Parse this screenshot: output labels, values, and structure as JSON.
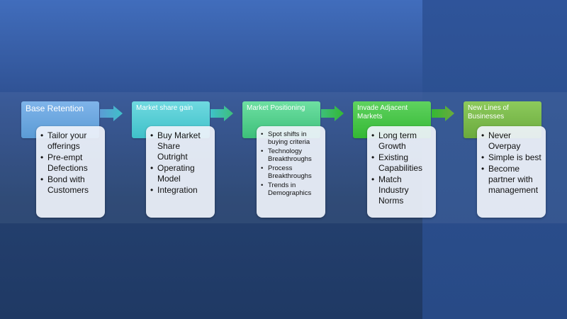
{
  "colors": {
    "step1": "#5b9bd5",
    "step2": "#3fc1c9",
    "step3": "#3dbf7a",
    "step4": "#34b834",
    "step5": "#6aaa3d"
  },
  "steps": [
    {
      "title": "Base Retention",
      "bullets": [
        "Tailor your offerings",
        "Pre-empt Defections",
        "Bond with Customers"
      ]
    },
    {
      "title": "Market share gain",
      "bullets": [
        "Buy Market Share Outright",
        "Operating Model",
        "Integration"
      ]
    },
    {
      "title": "Market Positioning",
      "bullets": [
        "Spot shifts in buying criteria",
        "Technology Breakthroughs",
        "Process Breakthroughs",
        "Trends in Demographics"
      ]
    },
    {
      "title": "Invade Adjacent Markets",
      "bullets": [
        "Long term Growth",
        "Existing Capabilities",
        "Match Industry Norms"
      ]
    },
    {
      "title": "New Lines of Businesses",
      "bullets": [
        "Never Overpay",
        "Simple is best",
        "Become partner with management"
      ]
    }
  ]
}
